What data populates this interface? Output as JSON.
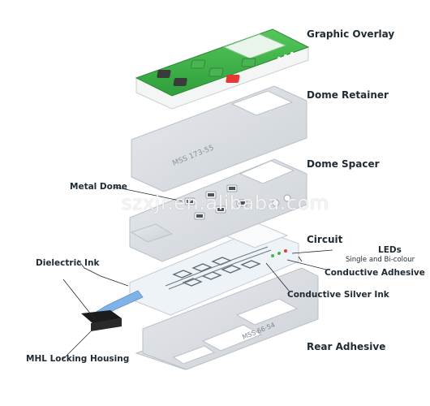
{
  "layers": {
    "graphic_overlay": "Graphic Overlay",
    "dome_retainer": "Dome Retainer",
    "dome_spacer": "Dome Spacer",
    "circuit": "Circuit",
    "rear_adhesive": "Rear Adhesive"
  },
  "callouts": {
    "metal_dome": "Metal Dome",
    "leds": "LEDs",
    "leds_sub": "Single and Bi-colour",
    "conductive_adhesive": "Conductive Adhesive",
    "conductive_silver_ink": "Conductive Silver Ink",
    "dielectric_ink": "Dielectric Ink",
    "mhl_locking_housing": "MHL Locking Housing"
  },
  "watermark": "szxjr.en.alibaba.com",
  "colors": {
    "overlay_green": "#3fb84a",
    "overlay_white": "#f4f6f5",
    "layer_grey": "#d9dde2",
    "layer_edge": "#b9c0c7",
    "circuit_clear": "#eef3f7",
    "tail_blue": "#7fb3e8",
    "button_red": "#e53935",
    "button_dark": "#3b3b3b"
  }
}
